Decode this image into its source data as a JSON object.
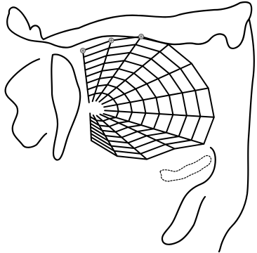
{
  "figure": {
    "kind": "line drawing",
    "background": "#ffffff",
    "line_color": "#000000",
    "grid": {
      "radial_lines": 12,
      "concentric_arcs": 8
    },
    "markers": {
      "count": 3,
      "shape": "asterisk-circle"
    }
  }
}
